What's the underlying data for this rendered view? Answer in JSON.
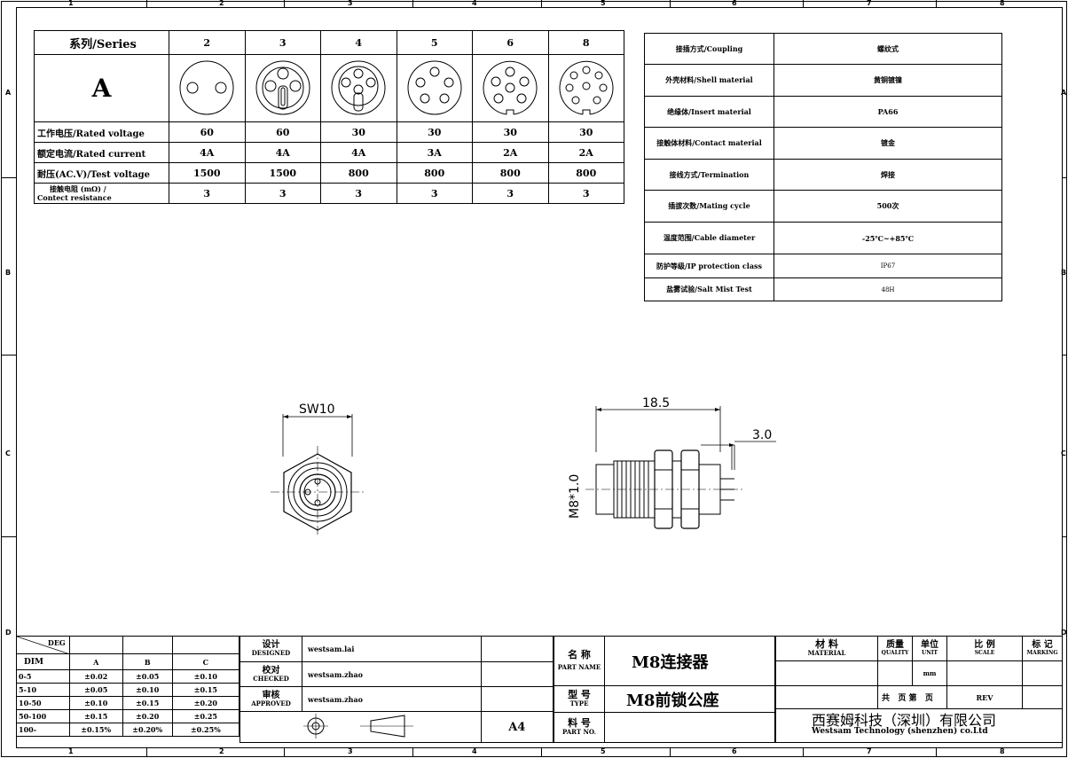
{
  "border": {
    "columns": [
      "1",
      "2",
      "3",
      "4",
      "5",
      "6",
      "7",
      "8"
    ],
    "rows": [
      "A",
      "B",
      "C",
      "D"
    ]
  },
  "series_table": {
    "header_label": "系列/Series",
    "series_letter": "A",
    "pins": [
      "2",
      "3",
      "4",
      "5",
      "6",
      "8"
    ],
    "rows": [
      {
        "label": "工作电压/Rated voltage",
        "values": [
          "60",
          "60",
          "30",
          "30",
          "30",
          "30"
        ]
      },
      {
        "label": "额定电流/Rated current",
        "values": [
          "4A",
          "4A",
          "4A",
          "3A",
          "2A",
          "2A"
        ]
      },
      {
        "label": "耐压(AC.V)/Test voltage",
        "values": [
          "1500",
          "1500",
          "800",
          "800",
          "800",
          "800"
        ]
      },
      {
        "label_line1": "接触电阻 (mΩ) /",
        "label_line2": "Contect resistance",
        "values": [
          "3",
          "3",
          "3",
          "3",
          "3",
          "3"
        ]
      }
    ]
  },
  "properties": [
    {
      "label": "接插方式/Coupling",
      "value": "螺纹式"
    },
    {
      "label": "外壳材料/Shell material",
      "value": "黄铜镀镍"
    },
    {
      "label": "绝缘体/Insert material",
      "value": "PA66"
    },
    {
      "label": "接触体材料/Contact material",
      "value": "镀金"
    },
    {
      "label": "接线方式/Termination",
      "value": "焊接"
    },
    {
      "label": "插拔次数/Mating cycle",
      "value": "500次"
    },
    {
      "label": "温度范围/Cable diameter",
      "value": "-25℃~+85℃"
    },
    {
      "label": "防护等级/IP protection class",
      "value": "IP67"
    },
    {
      "label": "盐雾试验/Salt Mist Test",
      "value": "48H"
    }
  ],
  "drawing": {
    "front_dim": "SW10",
    "side_dim_length": "18.5",
    "side_dim_pin": "3.0",
    "thread_label": "M8*1.0"
  },
  "tolerance": {
    "deg": "DEG",
    "dim": "DIM",
    "cols": [
      "A",
      "B",
      "C"
    ],
    "rows": [
      {
        "range": "0-5",
        "vals": [
          "±0.02",
          "±0.05",
          "±0.10"
        ]
      },
      {
        "range": "5-10",
        "vals": [
          "±0.05",
          "±0.10",
          "±0.15"
        ]
      },
      {
        "range": "10-50",
        "vals": [
          "±0.10",
          "±0.15",
          "±0.20"
        ]
      },
      {
        "range": "50-100",
        "vals": [
          "±0.15",
          "±0.20",
          "±0.25"
        ]
      },
      {
        "range": "100-",
        "vals": [
          "±0.15%",
          "±0.20%",
          "±0.25%"
        ]
      }
    ]
  },
  "signoff": [
    {
      "cn": "设计",
      "en": "DESIGNED",
      "name": "westsam.lai"
    },
    {
      "cn": "校对",
      "en": "CHECKED",
      "name": "westsam.zhao"
    },
    {
      "cn": "审核",
      "en": "APPROVED",
      "name": "westsam.zhao"
    }
  ],
  "sheet_size": "A4",
  "part": {
    "name_cn": "名 称",
    "name_en": "PART NAME",
    "name_value": "M8连接器",
    "type_cn": "型 号",
    "type_en": "TYPE",
    "type_value": "M8前锁公座",
    "no_cn": "料 号",
    "no_en": "PART NO."
  },
  "meta": {
    "material_cn": "材 料",
    "material_en": "MATERIAL",
    "quality_cn": "质量",
    "quality_en": "QUALITY",
    "unit_cn": "单位",
    "unit_en": "UNIT",
    "unit_value": "mm",
    "scale_cn": "比 例",
    "scale_en": "SCALE",
    "marking_cn": "标 记",
    "marking_en": "MARKING",
    "sheets": "共   页 第   页",
    "rev": "REV"
  },
  "company": {
    "name_cn": "西赛姆科技（深圳）有限公司",
    "name_en": "Westsam Technology (shenzhen) co.Ltd"
  }
}
